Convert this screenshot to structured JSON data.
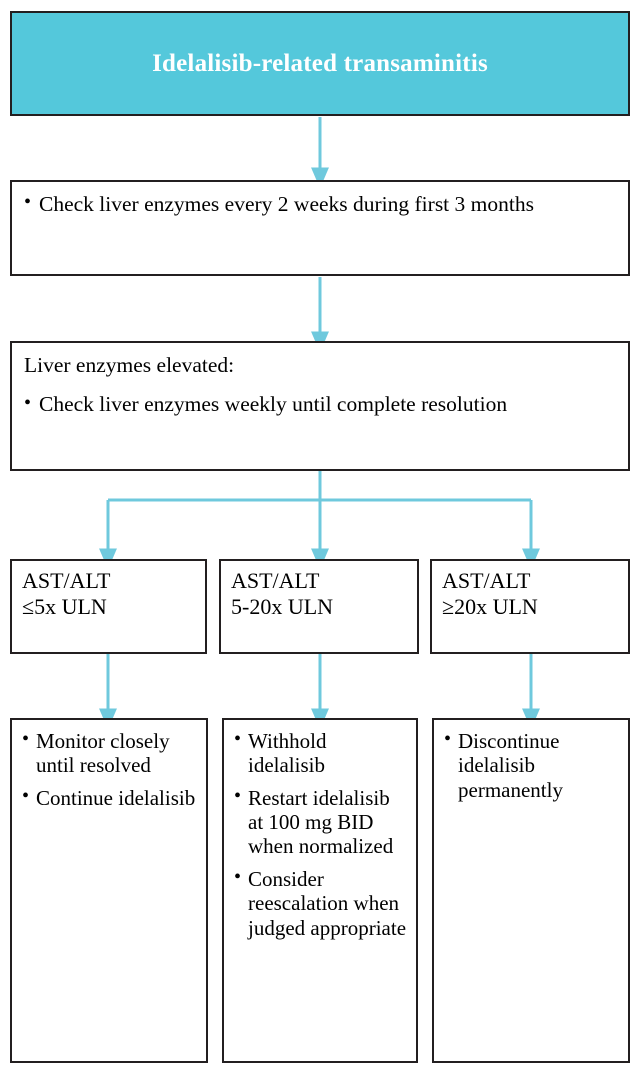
{
  "diagram": {
    "title": "Idelalisib-related transaminitis",
    "accent_color": "#54c8db",
    "arrow_color": "#6fc9dd",
    "border_color": "#231f20",
    "background_color": "#ffffff",
    "title_text_color": "#ffffff"
  },
  "nodes": {
    "header": {
      "label": "Idelalisib-related transaminitis"
    },
    "monitoring": {
      "bullets": [
        "Check liver enzymes every 2 weeks during first 3 months"
      ]
    },
    "elevated": {
      "heading": "Liver enzymes elevated:",
      "bullets": [
        "Check liver enzymes weekly until complete resolution"
      ]
    },
    "grade_low": {
      "line1": "AST/ALT",
      "line2": "≤5x ULN"
    },
    "grade_mid": {
      "line1": "AST/ALT",
      "line2": "5-20x ULN"
    },
    "grade_high": {
      "line1": "AST/ALT",
      "line2": "≥20x ULN"
    },
    "action_low": {
      "bullets": [
        "Monitor closely until resolved",
        "Continue idelalisib"
      ]
    },
    "action_mid": {
      "bullets": [
        "Withhold idelalisib",
        "Restart idelalisib at 100 mg BID when normalized",
        "Consider reescalation when judged appropriate"
      ]
    },
    "action_high": {
      "bullets": [
        "Discontinue idelalisib permanently"
      ]
    }
  }
}
